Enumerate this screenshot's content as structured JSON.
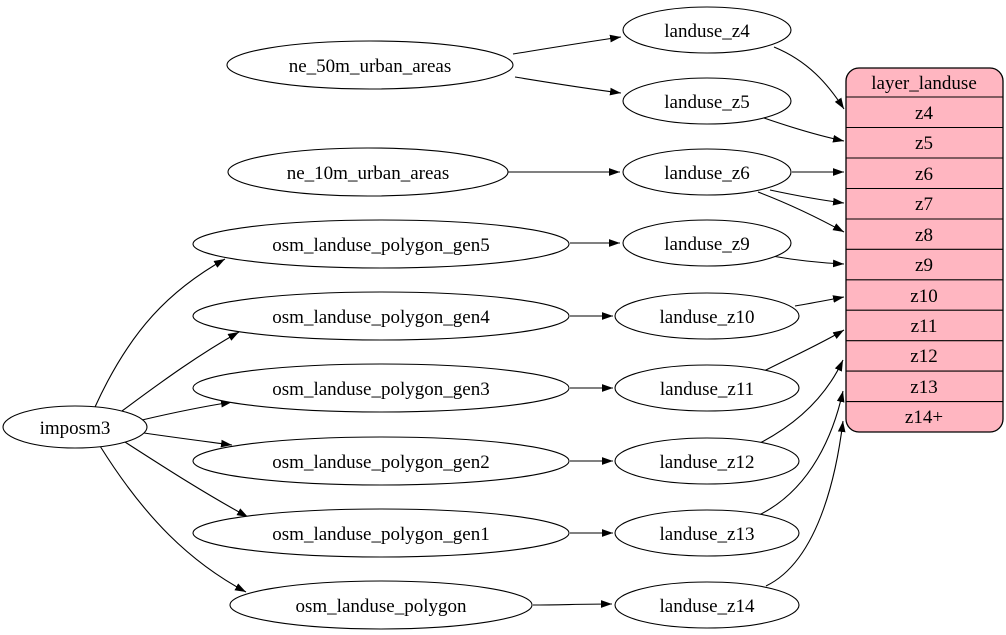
{
  "colors": {
    "background": "#ffffff",
    "node_fill": "#ffffff",
    "stroke": "#000000",
    "edge": "#000000",
    "table_fill": "#ffb6c1",
    "text": "#000000"
  },
  "graph": {
    "nodes": {
      "imposm3": "imposm3",
      "ne_50m_urban_areas": "ne_50m_urban_areas",
      "ne_10m_urban_areas": "ne_10m_urban_areas",
      "osm_landuse_polygon_gen5": "osm_landuse_polygon_gen5",
      "osm_landuse_polygon_gen4": "osm_landuse_polygon_gen4",
      "osm_landuse_polygon_gen3": "osm_landuse_polygon_gen3",
      "osm_landuse_polygon_gen2": "osm_landuse_polygon_gen2",
      "osm_landuse_polygon_gen1": "osm_landuse_polygon_gen1",
      "osm_landuse_polygon": "osm_landuse_polygon",
      "landuse_z4": "landuse_z4",
      "landuse_z5": "landuse_z5",
      "landuse_z6": "landuse_z6",
      "landuse_z9": "landuse_z9",
      "landuse_z10": "landuse_z10",
      "landuse_z11": "landuse_z11",
      "landuse_z12": "landuse_z12",
      "landuse_z13": "landuse_z13",
      "landuse_z14": "landuse_z14"
    },
    "table": {
      "title": "layer_landuse",
      "rows": [
        "z4",
        "z5",
        "z6",
        "z7",
        "z8",
        "z9",
        "z10",
        "z11",
        "z12",
        "z13",
        "z14+"
      ]
    },
    "edges": [
      {
        "from": "imposm3",
        "to": "osm_landuse_polygon_gen5"
      },
      {
        "from": "imposm3",
        "to": "osm_landuse_polygon_gen4"
      },
      {
        "from": "imposm3",
        "to": "osm_landuse_polygon_gen3"
      },
      {
        "from": "imposm3",
        "to": "osm_landuse_polygon_gen2"
      },
      {
        "from": "imposm3",
        "to": "osm_landuse_polygon_gen1"
      },
      {
        "from": "imposm3",
        "to": "osm_landuse_polygon"
      },
      {
        "from": "ne_50m_urban_areas",
        "to": "landuse_z4"
      },
      {
        "from": "ne_50m_urban_areas",
        "to": "landuse_z5"
      },
      {
        "from": "ne_10m_urban_areas",
        "to": "landuse_z6"
      },
      {
        "from": "osm_landuse_polygon_gen5",
        "to": "landuse_z9"
      },
      {
        "from": "osm_landuse_polygon_gen4",
        "to": "landuse_z10"
      },
      {
        "from": "osm_landuse_polygon_gen3",
        "to": "landuse_z11"
      },
      {
        "from": "osm_landuse_polygon_gen2",
        "to": "landuse_z12"
      },
      {
        "from": "osm_landuse_polygon_gen1",
        "to": "landuse_z13"
      },
      {
        "from": "osm_landuse_polygon",
        "to": "landuse_z14"
      },
      {
        "from": "landuse_z4",
        "to": "layer_landuse:z4"
      },
      {
        "from": "landuse_z5",
        "to": "layer_landuse:z5"
      },
      {
        "from": "landuse_z6",
        "to": "layer_landuse:z6"
      },
      {
        "from": "landuse_z6",
        "to": "layer_landuse:z7"
      },
      {
        "from": "landuse_z6",
        "to": "layer_landuse:z8"
      },
      {
        "from": "landuse_z9",
        "to": "layer_landuse:z9"
      },
      {
        "from": "landuse_z10",
        "to": "layer_landuse:z10"
      },
      {
        "from": "landuse_z11",
        "to": "layer_landuse:z11"
      },
      {
        "from": "landuse_z12",
        "to": "layer_landuse:z12"
      },
      {
        "from": "landuse_z13",
        "to": "layer_landuse:z13"
      },
      {
        "from": "landuse_z14",
        "to": "layer_landuse:z14+"
      }
    ]
  }
}
